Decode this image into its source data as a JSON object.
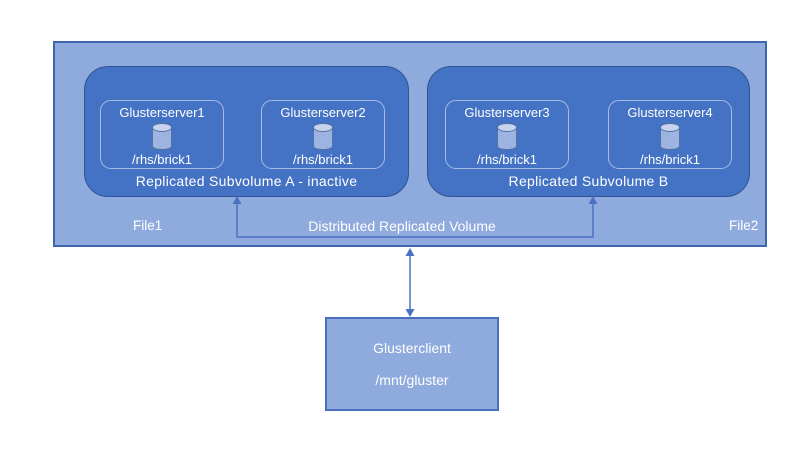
{
  "volume": {
    "label": "Distributed Replicated Volume",
    "file_left": "File1",
    "file_right": "File2",
    "subvolumes": [
      {
        "label": "Replicated Subvolume A - inactive",
        "servers": [
          {
            "name": "Glusterserver1",
            "brick": "/rhs/brick1"
          },
          {
            "name": "Glusterserver2",
            "brick": "/rhs/brick1"
          }
        ]
      },
      {
        "label": "Replicated Subvolume B",
        "servers": [
          {
            "name": "Glusterserver3",
            "brick": "/rhs/brick1"
          },
          {
            "name": "Glusterserver4",
            "brick": "/rhs/brick1"
          }
        ]
      }
    ]
  },
  "client": {
    "name": "Glusterclient",
    "mount": "/mnt/gluster"
  },
  "icons": {
    "disk": "disk-cylinder-icon (css cylinder shape)",
    "subvolume_pointer": "up-arrow bracket connector",
    "client_link": "bidirectional vertical arrow"
  },
  "colors": {
    "volume_fill": "#8FAADC",
    "subvolume_fill": "#4472C4",
    "subvolume_border": "#2F5493",
    "server_border": "#A7BBE5",
    "connector_line": "#4B72C0",
    "text": "#FFFFFF"
  }
}
